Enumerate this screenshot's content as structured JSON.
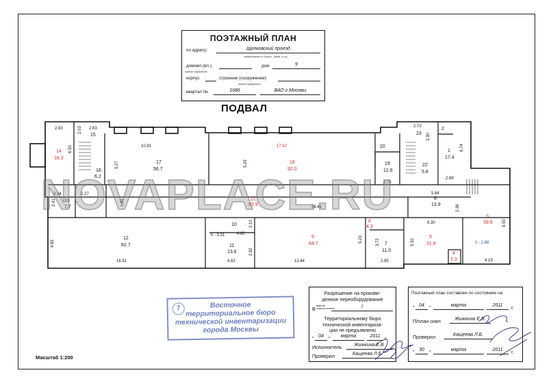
{
  "title_block": {
    "heading": "ПОЭТАЖНЫЙ ПЛАН",
    "address_label": "по адресу:",
    "address_value": "Щелковский  проезд",
    "address_hint": "наименование ул. (просп., бульв. и т.д.)",
    "house_label": "домовл.(вл.)",
    "house_hint": "нужное подчеркнуть",
    "dom_label": "дом",
    "dom_value": "9",
    "korpus_label": "корпус",
    "stroenie_label": "строение (сооружение)",
    "stroenie_hint": "нужное подчеркнуть",
    "kvartal_label": "квартал №",
    "kvartal_value": "1686",
    "district_value": "ВАО г.Москвы"
  },
  "floor_name": "ПОДВАЛ",
  "plan": {
    "rooms": [
      {
        "num": "14",
        "area": "18.3"
      },
      {
        "num": "15",
        "area": ""
      },
      {
        "num": "16",
        "area": "6.2"
      },
      {
        "num": "17",
        "area": "56.7"
      },
      {
        "num": "18",
        "area": "92.0"
      },
      {
        "num": "19",
        "area": "12.6"
      },
      {
        "num": "20",
        "area": ""
      },
      {
        "num": "22",
        "area": "5.8"
      },
      {
        "num": "23",
        "area": ""
      },
      {
        "num": "2",
        "area": ""
      },
      {
        "num": "1",
        "area": "17.4"
      },
      {
        "num": "21",
        "area": "65.9"
      },
      {
        "num": "6",
        "area": "13.9"
      },
      {
        "num": "3",
        "area": "39.8"
      },
      {
        "num": "13",
        "area": "7.7"
      },
      {
        "num": "12",
        "area": "82.7"
      },
      {
        "num": "10",
        "area": ""
      },
      {
        "num": "11",
        "area": "13.6"
      },
      {
        "num": "9",
        "area": "64.7"
      },
      {
        "num": "8",
        "area": "4.3"
      },
      {
        "num": "7",
        "area": "11.0"
      },
      {
        "num": "5",
        "area": "31.8"
      },
      {
        "num": "4",
        "area": "2.3"
      }
    ],
    "dimensions": [
      "2.83",
      "2.03",
      "2.63",
      "6.50",
      "10.81",
      "17.52",
      "5.27",
      "5.29",
      "2.72",
      "3.30",
      "6.74",
      "2.75",
      "2.88",
      "5.84",
      "3.34",
      "2.41",
      "2.27",
      "1.89",
      "34.41",
      "2.36",
      "6.30",
      "9.50",
      "4.89",
      "2.10",
      "4.82",
      "5.23",
      "5.32",
      "16.91",
      "2.82",
      "4.82",
      "12.44",
      "3.72",
      "2.95",
      "4.19"
    ],
    "heights": [
      "h - 3.31",
      "h - 2.88"
    ]
  },
  "permit_block": {
    "line1": "Разрешение на произве-",
    "line2": "денное переоборудование",
    "v_label": "В",
    "v_hint": "квартир\nнежилых помещ.",
    "v_value": "I",
    "line3": "Территориальному бюро",
    "line4": "технической инвентариза-",
    "line5": "ции не предъявлено",
    "day": "04",
    "month": "марта",
    "year": "2011",
    "year_suffix": "г.",
    "executor_label": "Исполнитель",
    "executor": "Жижкина  Е.В.",
    "checked_label": "Проверил",
    "checker": "Кащеева  Л.Б."
  },
  "state_block": {
    "line1": "Поэтажный план составлен по состоянию на",
    "day1": "04",
    "month1": "марта",
    "year1": "2011",
    "year_suffix": "г.",
    "drawn_label": "П/план снял",
    "drawn_by": "Жижкина  Е.В.",
    "checked_label": "Проверил",
    "checker": "Кащеева  Л.Б.",
    "day2": "30",
    "month2": "марта",
    "year2": "2011"
  },
  "stamp": {
    "number": "7",
    "line1": "Восточное",
    "line2": "территориальное бюро",
    "line3": "технической инвентаризации",
    "line4": "города Москвы"
  },
  "watermark": "NOVAPLACE.RU",
  "scale": "Масштаб 1:200",
  "colors": {
    "ink": "#111111",
    "red_text": "#d42a2a",
    "blue_text": "#2f4fa8",
    "stamp": "#7f8fc6"
  }
}
